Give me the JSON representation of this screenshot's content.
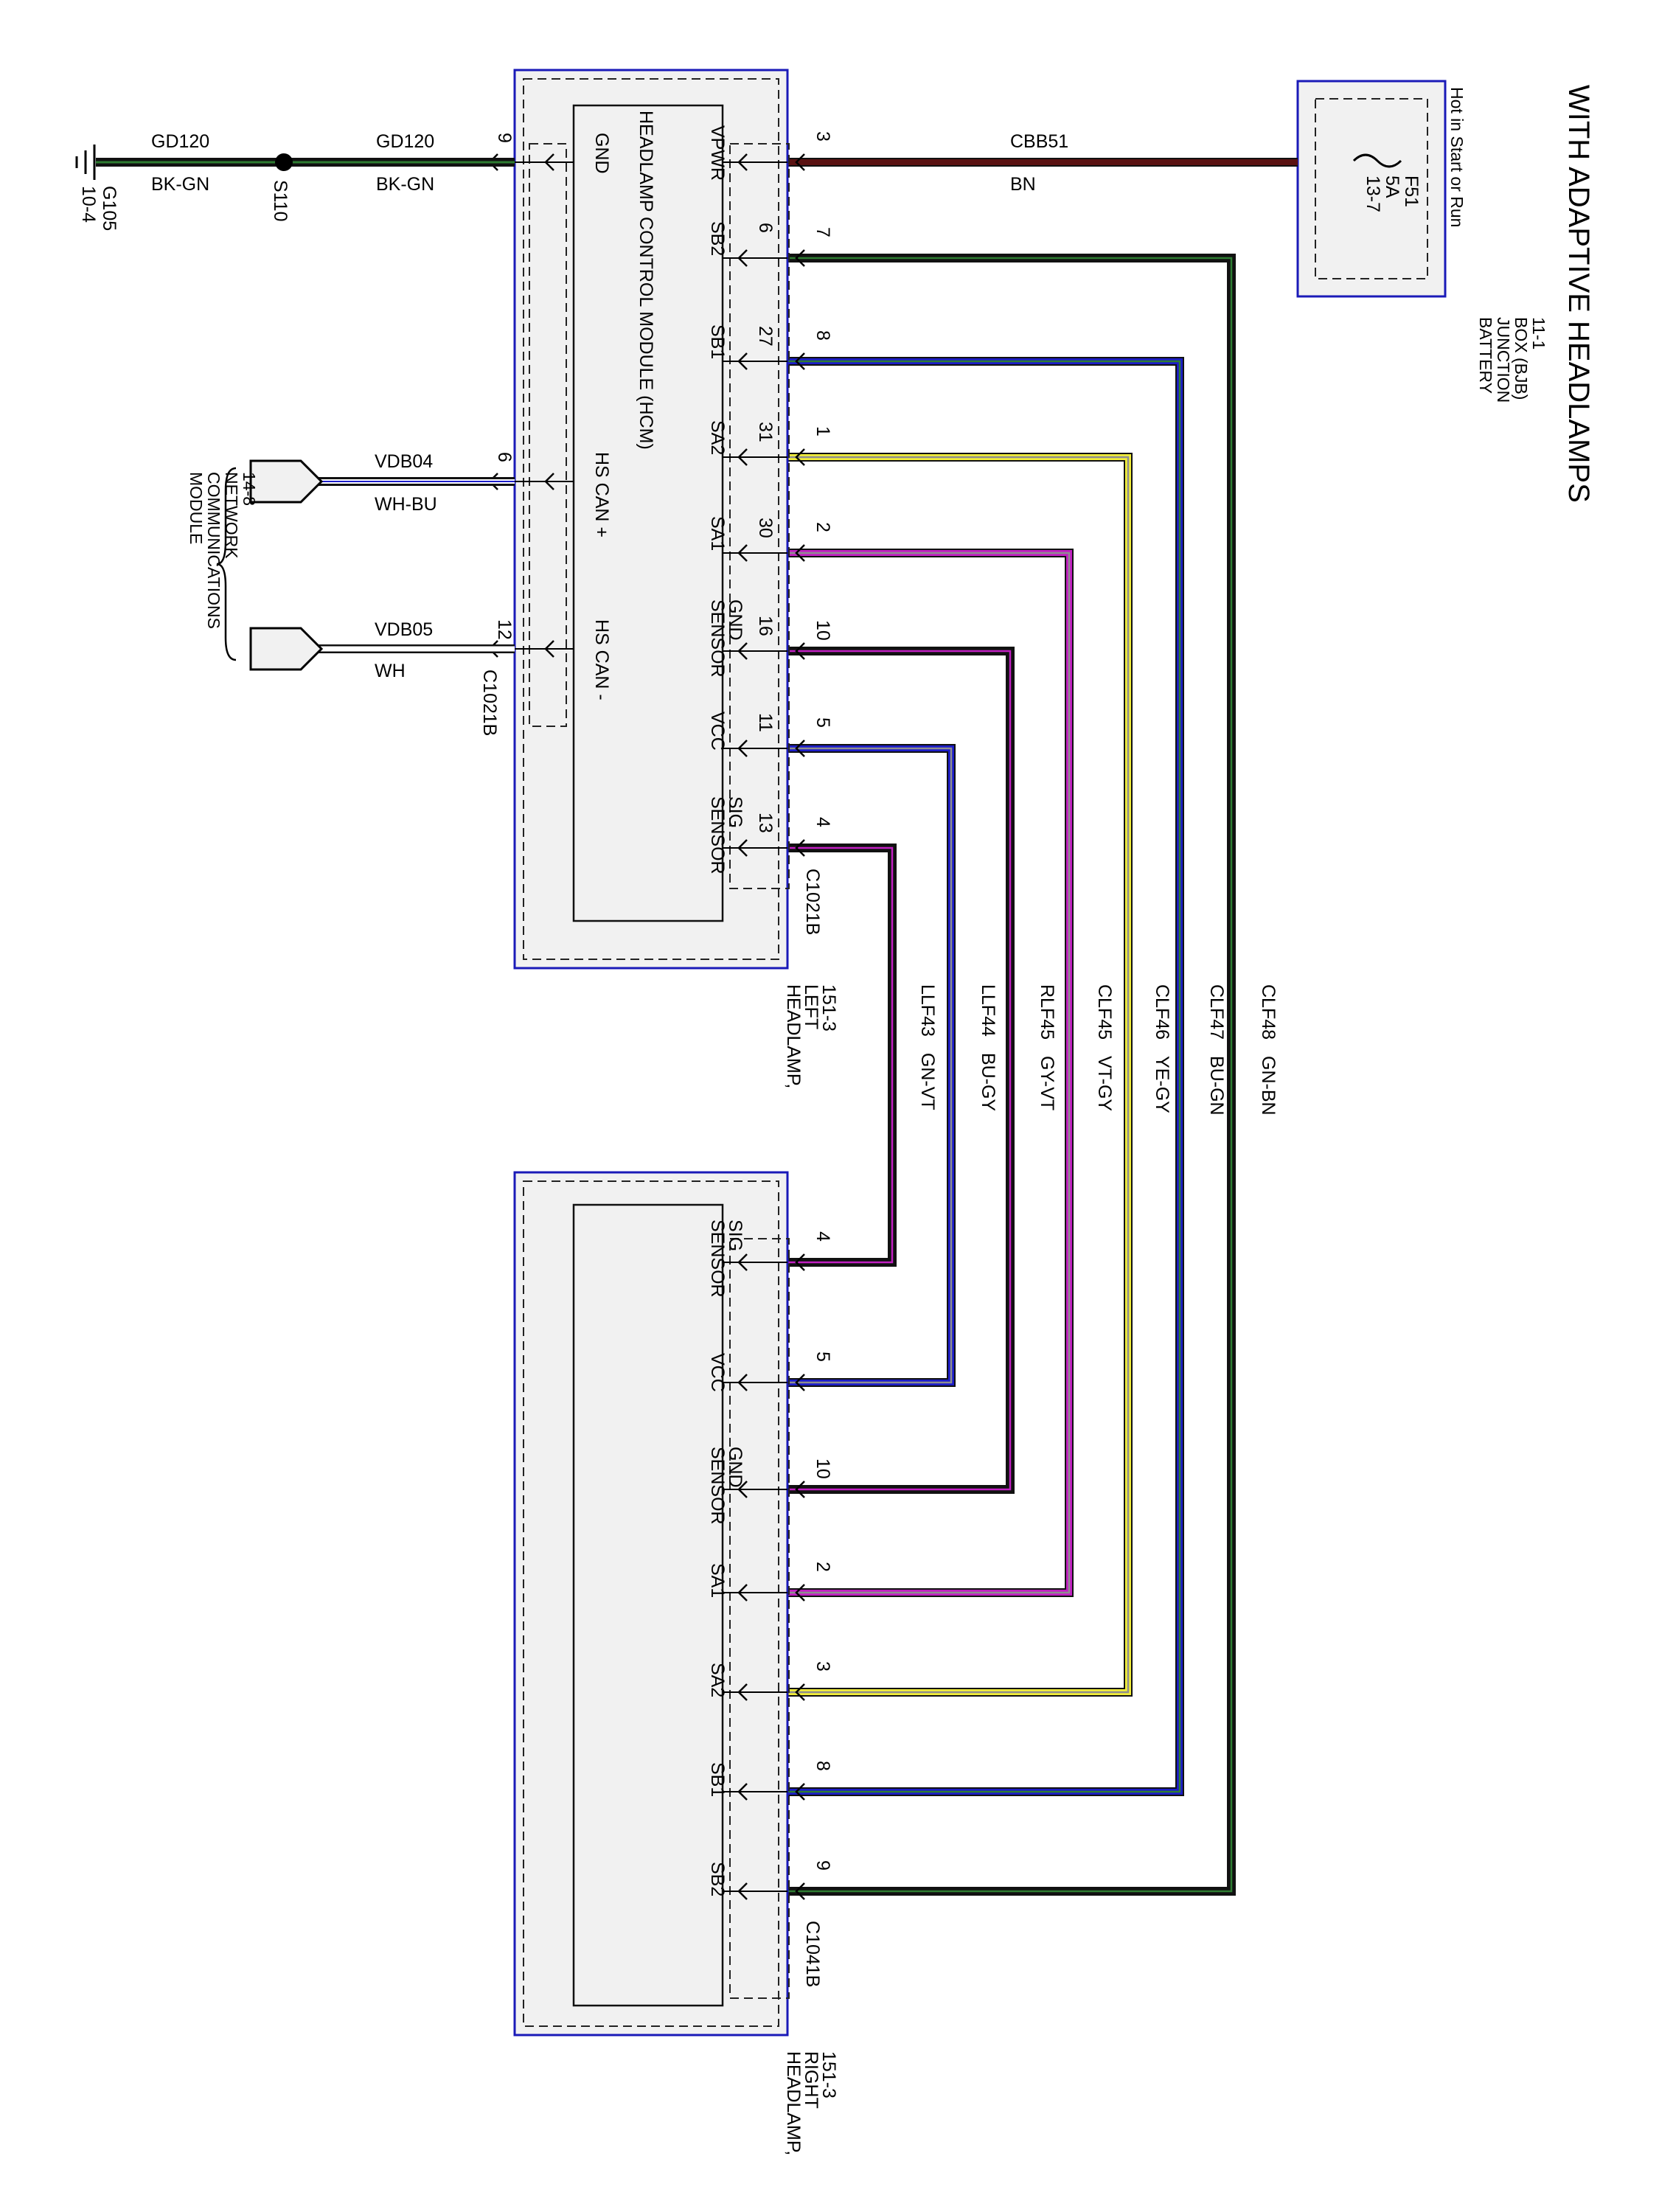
{
  "title": "WITH ADAPTIVE HEADLAMPS",
  "colors": {
    "BN": "#5a1212",
    "BK": "#111111",
    "GN": "#2e7d32",
    "BU": "#1c1cc8",
    "YE": "#f2ee38",
    "VT": "#c21fc2",
    "GY": "#8e8e8e",
    "WH": "#ffffff",
    "module_border": "#1a1ab8"
  },
  "bjb": {
    "hot_label": "Hot in Start or Run",
    "fuse": "F51",
    "amps": "5A",
    "ref": "13-7",
    "name_lines": [
      "BATTERY",
      "JUNCTION",
      "BOX (BJB)",
      "11-1"
    ]
  },
  "hcm": {
    "name": "HEADLAMP CONTROL MODULE (HCM)",
    "connector": "C1021B",
    "caption_lines": [
      "HEADLAMP,",
      "LEFT",
      "151-3"
    ],
    "pins": [
      {
        "name_lines": [
          "VPWR"
        ],
        "inner": "",
        "outer": "3"
      },
      {
        "name_lines": [
          "SB2"
        ],
        "inner": "6",
        "outer": "7"
      },
      {
        "name_lines": [
          "SB1"
        ],
        "inner": "27",
        "outer": "8"
      },
      {
        "name_lines": [
          "SA2"
        ],
        "inner": "31",
        "outer": "1"
      },
      {
        "name_lines": [
          "SA1"
        ],
        "inner": "30",
        "outer": "2"
      },
      {
        "name_lines": [
          "SENSOR",
          "GND"
        ],
        "inner": "16",
        "outer": "10"
      },
      {
        "name_lines": [
          "VCC"
        ],
        "inner": "11",
        "outer": "5"
      },
      {
        "name_lines": [
          "SENSOR",
          "SIG"
        ],
        "inner": "13",
        "outer": "4"
      }
    ],
    "left_pins": [
      {
        "name": "GND",
        "pin": "9"
      },
      {
        "name": "HS CAN +",
        "pin": "6"
      },
      {
        "name": "HS CAN -",
        "pin": "12"
      }
    ]
  },
  "right_headlamp": {
    "connector": "C1041B",
    "caption_lines": [
      "HEADLAMP,",
      "RIGHT",
      "151-3"
    ],
    "pins": [
      {
        "name_lines": [
          "SENSOR",
          "SIG"
        ],
        "outer": "4"
      },
      {
        "name_lines": [
          "VCC"
        ],
        "outer": "5"
      },
      {
        "name_lines": [
          "SENSOR",
          "GND"
        ],
        "outer": "10"
      },
      {
        "name_lines": [
          "SA1"
        ],
        "outer": "2"
      },
      {
        "name_lines": [
          "SA2"
        ],
        "outer": "3"
      },
      {
        "name_lines": [
          "SB1"
        ],
        "outer": "8"
      },
      {
        "name_lines": [
          "SB2"
        ],
        "outer": "9"
      }
    ]
  },
  "wires": [
    {
      "circuit": "CBB51",
      "color": "BN"
    },
    {
      "circuit": "CLF48",
      "color": "GN-BN"
    },
    {
      "circuit": "CLF47",
      "color": "BU-GN"
    },
    {
      "circuit": "CLF46",
      "color": "YE-GY"
    },
    {
      "circuit": "CLF45",
      "color": "VT-GY"
    },
    {
      "circuit": "RLF45",
      "color": "GY-VT"
    },
    {
      "circuit": "LLF44",
      "color": "BU-GY"
    },
    {
      "circuit": "LLF43",
      "color": "GN-VT"
    }
  ],
  "ground": {
    "circuit": "GD120",
    "color": "BK-GN",
    "splice": "S110",
    "ground_id": "G105",
    "ground_ref": "10-4"
  },
  "can": {
    "high": {
      "circuit": "VDB04",
      "color": "WH-BU"
    },
    "low": {
      "circuit": "VDB05",
      "color": "WH"
    },
    "network_lines": [
      "MODULE",
      "COMMUNICATIONS",
      "NETWORK",
      "14-8"
    ]
  }
}
